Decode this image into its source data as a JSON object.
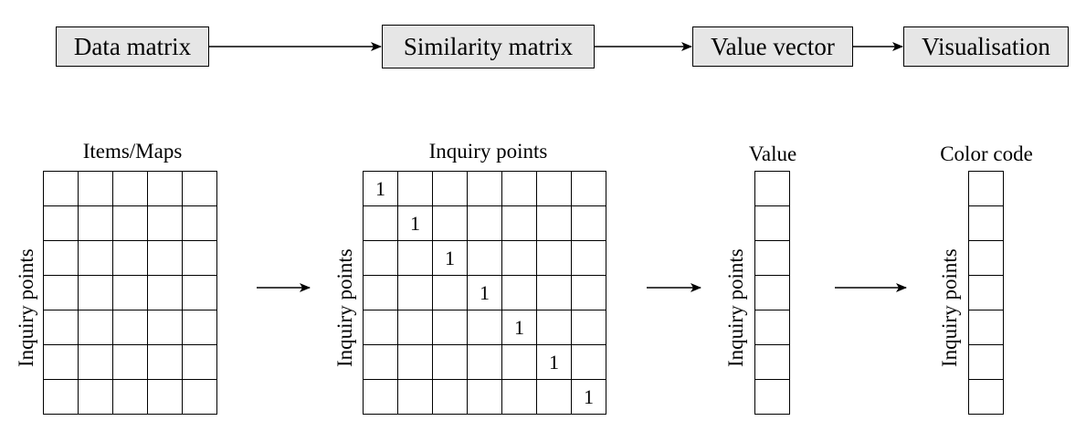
{
  "flow": {
    "boxes": [
      {
        "label": "Data matrix"
      },
      {
        "label": "Similarity matrix"
      },
      {
        "label": "Value vector"
      },
      {
        "label": "Visualisation"
      }
    ]
  },
  "matrices": {
    "data_matrix": {
      "title": "Items/Maps",
      "row_label": "Inquiry points",
      "rows": 7,
      "cols": 5
    },
    "similarity_matrix": {
      "title": "Inquiry points",
      "row_label": "Inquiry points",
      "rows": 7,
      "cols": 7,
      "diagonal_value": "1"
    },
    "value_vector": {
      "title": "Value",
      "row_label": "Inquiry points",
      "rows": 7,
      "cols": 1
    },
    "color_code": {
      "title": "Color code",
      "row_label": "Inquiry points",
      "rows": 7,
      "cols": 1
    }
  }
}
